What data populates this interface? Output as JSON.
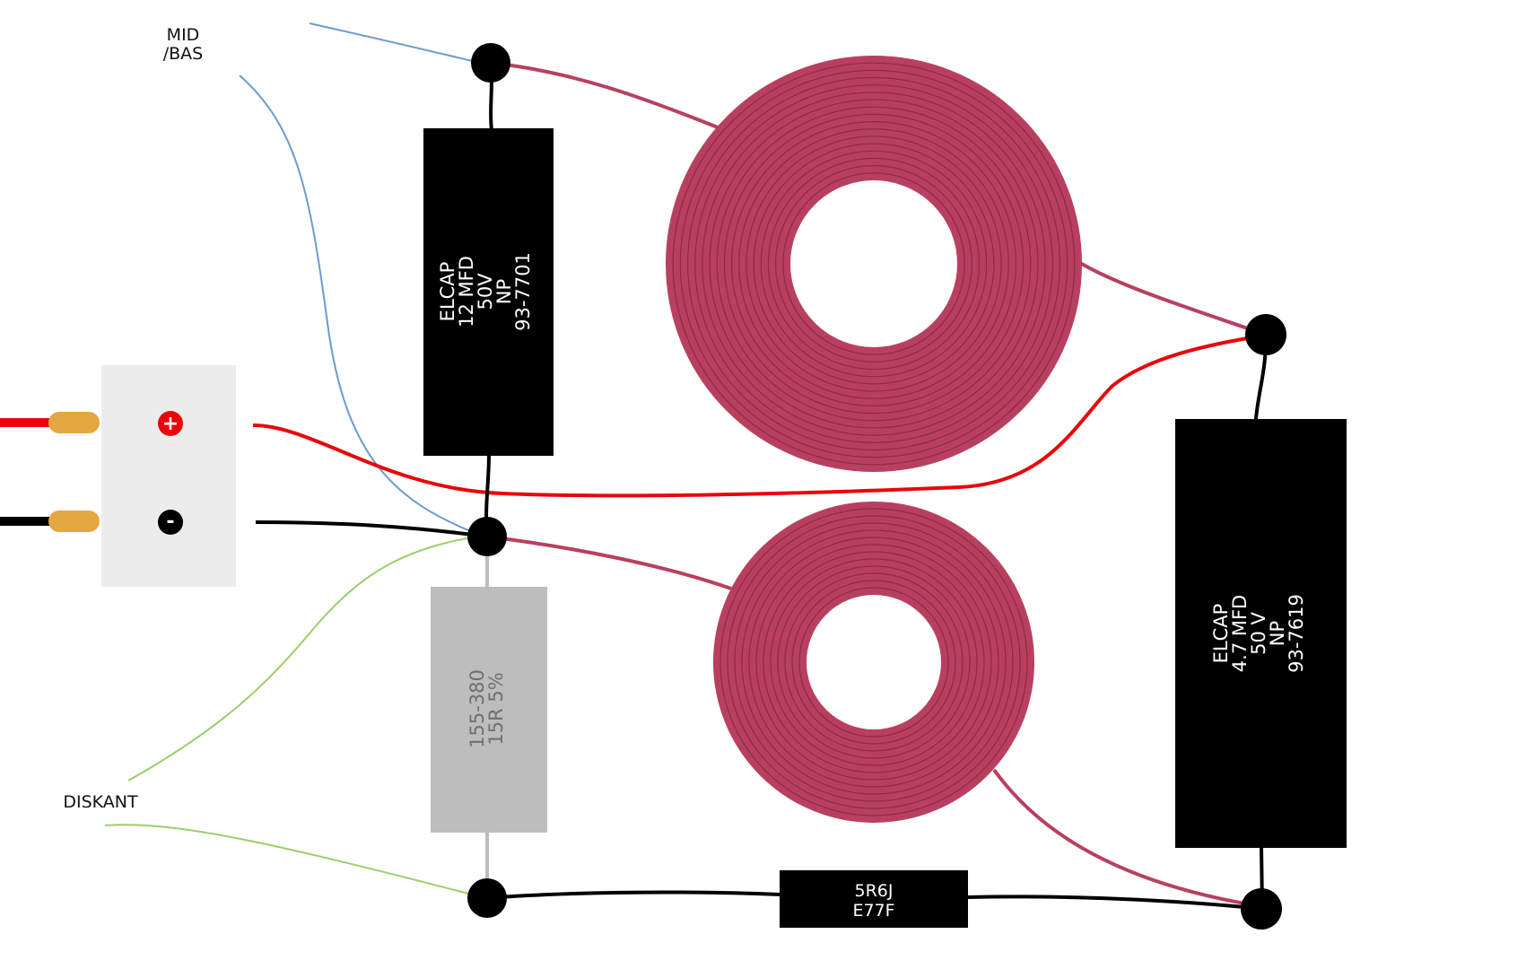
{
  "labels": {
    "mid_bas_line1": "MID",
    "mid_bas_line2": "/BAS",
    "diskant": "DISKANT"
  },
  "terminal": {
    "plus": "+",
    "minus": "-"
  },
  "capacitor_top": {
    "lines": [
      "ELCAP",
      "12 MFD",
      "50V",
      "NP",
      "93-7701"
    ]
  },
  "capacitor_right": {
    "lines": [
      "ELCAP",
      "4.7 MFD",
      "50 V",
      "NP",
      "93-7619"
    ]
  },
  "resistor_grey": {
    "lines": [
      "155-380",
      "15R 5%"
    ]
  },
  "resistor_black": {
    "lines": [
      "5R6J",
      "E77F"
    ]
  },
  "colors": {
    "coil": "#b8405e",
    "coil_line": "#8e2a45",
    "wire_red": "#e8070c",
    "wire_black": "#000000",
    "wire_blue": "#6b9bd1",
    "wire_green": "#9bcf6a",
    "wire_coil": "#b8405e",
    "terminal_plate": "#ececec",
    "plug": "#e4a73f",
    "resistor_grey": "#bdbdbd"
  }
}
